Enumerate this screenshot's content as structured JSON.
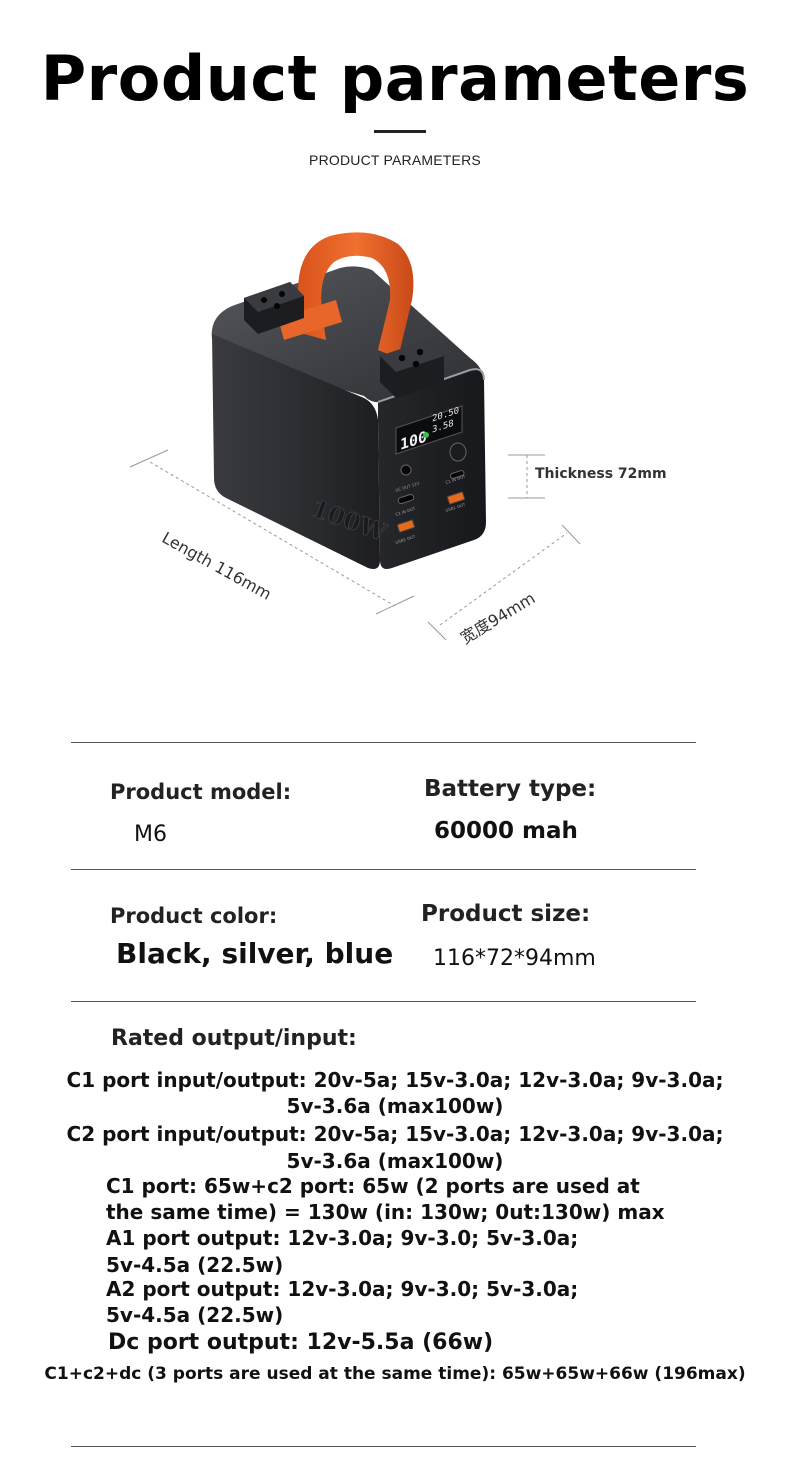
{
  "header": {
    "title": "Product parameters",
    "subtitle": "PRODUCT PARAMETERS"
  },
  "product_image": {
    "badge": "100W",
    "dimensions": {
      "thickness": "Thickness 72mm",
      "length": "Length 116mm",
      "width": "宽度94mm"
    }
  },
  "specs": {
    "model_label": "Product model:",
    "model_value": "M6",
    "battery_label": "Battery type:",
    "battery_value": "60000 mah",
    "color_label": "Product color:",
    "color_value": "Black, silver, blue",
    "size_label": "Product size:",
    "size_value": "116*72*94mm"
  },
  "rated": {
    "title": "Rated output/input:",
    "lines": [
      "C1 port input/output: 20v-5a; 15v-3.0a; 12v-3.0a; 9v-3.0a;",
      "5v-3.6a (max100w)",
      "C2 port input/output: 20v-5a; 15v-3.0a; 12v-3.0a; 9v-3.0a;",
      "5v-3.6a (max100w)",
      "C1 port: 65w+c2 port: 65w (2 ports are used at",
      "the same time) = 130w (in: 130w; 0ut:130w) max",
      "A1 port output: 12v-3.0a; 9v-3.0; 5v-3.0a;",
      "5v-4.5a (22.5w)",
      "A2 port output: 12v-3.0a; 9v-3.0; 5v-3.0a;",
      "5v-4.5a (22.5w)",
      "Dc port output: 12v-5.5a (66w)",
      "C1+c2+dc (3 ports are used at the same time): 65w+65w+66w (196max)"
    ]
  },
  "colors": {
    "accent_orange": "#e8662a",
    "body_dark": "#2b2c30",
    "text": "#111111"
  }
}
